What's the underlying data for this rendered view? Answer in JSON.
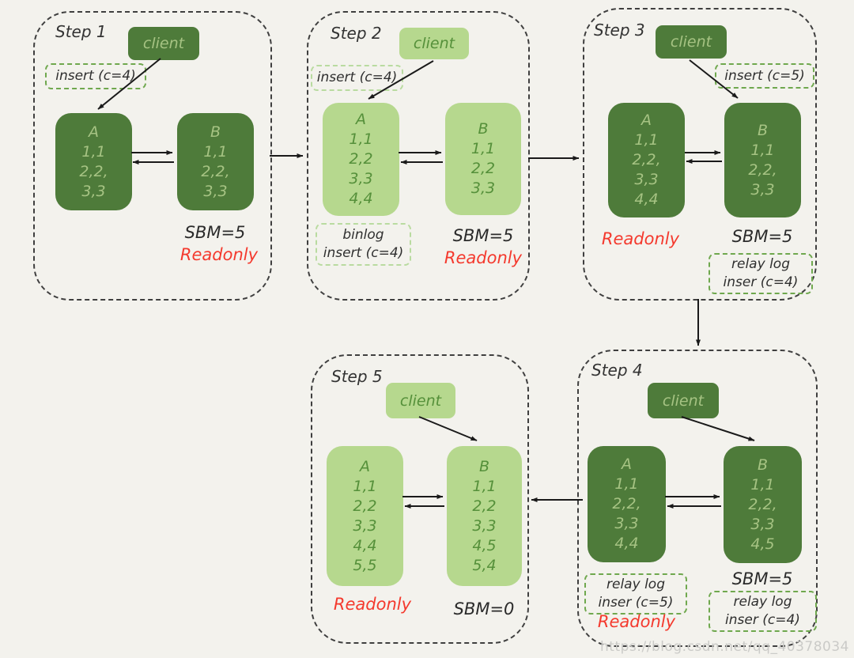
{
  "watermark": "https://blog.csdn.net/qq_40378034",
  "colors": {
    "node_dark": "#4e7b3a",
    "node_light": "#b6d88e",
    "text_on_dark": "#a6c383",
    "text_on_light": "#55903a",
    "readonly_red": "#f4392d",
    "note_border_green": "#6fa84e",
    "note_border_light_green": "#b9dba0",
    "ink": "#2f2f2f",
    "background": "#f3f2ed"
  },
  "steps": [
    {
      "label": "Step 1",
      "client_label": "client",
      "note": "insert (c=4)",
      "a": {
        "name": "A",
        "rows": [
          "1,1",
          "2,2,",
          "3,3"
        ]
      },
      "b": {
        "name": "B",
        "rows": [
          "1,1",
          "2,2,",
          "3,3"
        ]
      },
      "sbm_b": "SBM=5",
      "readonly_b": "Readonly"
    },
    {
      "label": "Step 2",
      "client_label": "client",
      "note": "insert (c=4)",
      "a": {
        "name": "A",
        "rows": [
          "1,1",
          "2,2",
          "3,3",
          "4,4"
        ]
      },
      "b": {
        "name": "B",
        "rows": [
          "1,1",
          "2,2",
          "3,3"
        ]
      },
      "binlog_note": [
        "binlog",
        "insert (c=4)"
      ],
      "sbm_b": "SBM=5",
      "readonly_b": "Readonly"
    },
    {
      "label": "Step 3",
      "client_label": "client",
      "note": "insert (c=5)",
      "a": {
        "name": "A",
        "rows": [
          "1,1",
          "2,2,",
          "3,3",
          "4,4"
        ]
      },
      "b": {
        "name": "B",
        "rows": [
          "1,1",
          "2,2,",
          "3,3"
        ]
      },
      "readonly_a": "Readonly",
      "sbm_b": "SBM=5",
      "relay_note_b": [
        "relay log",
        "inser (c=4)"
      ]
    },
    {
      "label": "Step 4",
      "client_label": "client",
      "a": {
        "name": "A",
        "rows": [
          "1,1",
          "2,2,",
          "3,3",
          "4,4"
        ]
      },
      "b": {
        "name": "B",
        "rows": [
          "1,1",
          "2,2,",
          "3,3",
          "4,5"
        ]
      },
      "relay_note_a": [
        "relay log",
        "inser (c=5)"
      ],
      "readonly_a": "Readonly",
      "sbm_b": "SBM=5",
      "relay_note_b": [
        "relay log",
        "inser (c=4)"
      ]
    },
    {
      "label": "Step 5",
      "client_label": "client",
      "a": {
        "name": "A",
        "rows": [
          "1,1",
          "2,2",
          "3,3",
          "4,4",
          "5,5"
        ]
      },
      "b": {
        "name": "B",
        "rows": [
          "1,1",
          "2,2",
          "3,3",
          "4,5",
          "5,4"
        ]
      },
      "readonly_a": "Readonly",
      "sbm_b": "SBM=0"
    }
  ]
}
